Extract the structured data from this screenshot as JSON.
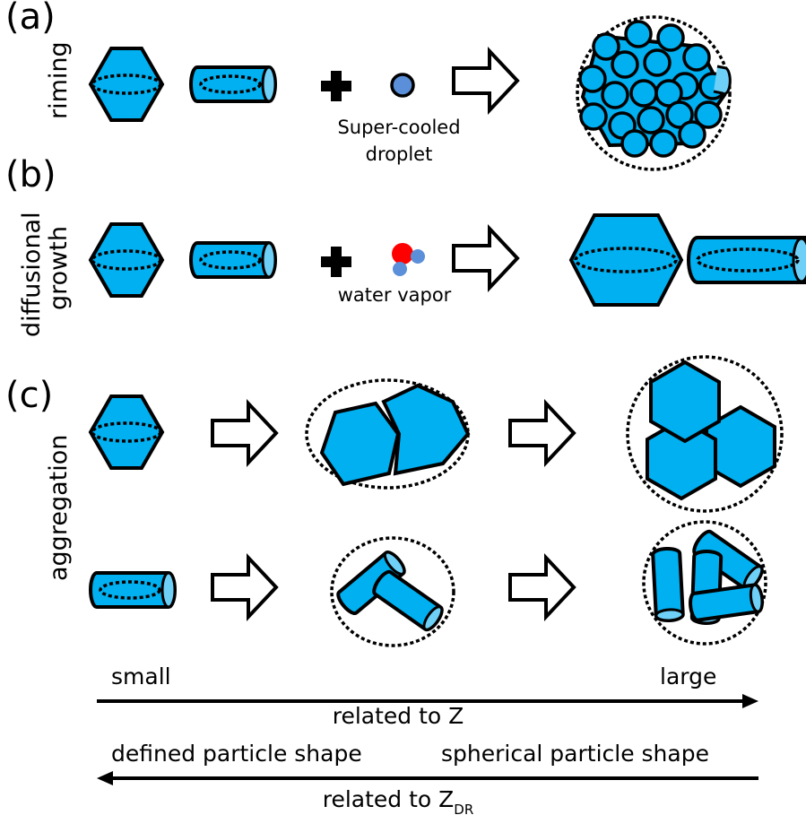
{
  "panels": {
    "a": {
      "tag": "(a)",
      "side_label": "riming",
      "caption_line1": "Super-cooled",
      "caption_line2": "droplet"
    },
    "b": {
      "tag": "(b)",
      "side_label_line1": "diffusional",
      "side_label_line2": "growth",
      "caption": "water vapor"
    },
    "c": {
      "tag": "(c)",
      "side_label": "aggregation"
    }
  },
  "axes": {
    "size": {
      "left": "small",
      "right": "large",
      "label": "related to Z"
    },
    "shape": {
      "left": "defined particle shape",
      "right": "spherical particle shape",
      "label": "related to Z",
      "label_sub": "DR"
    }
  },
  "colors": {
    "ice": "#00b0f0",
    "droplet": "#5b8fd9",
    "oxygen": "#ff0000",
    "hydrogen": "#5b8fd9",
    "outline": "#000000"
  },
  "icons": [
    "hexagonal-plate-icon",
    "column-icon",
    "plus-icon",
    "droplet-icon",
    "water-molecule-icon",
    "arrow-icon",
    "aggregate-icon"
  ]
}
